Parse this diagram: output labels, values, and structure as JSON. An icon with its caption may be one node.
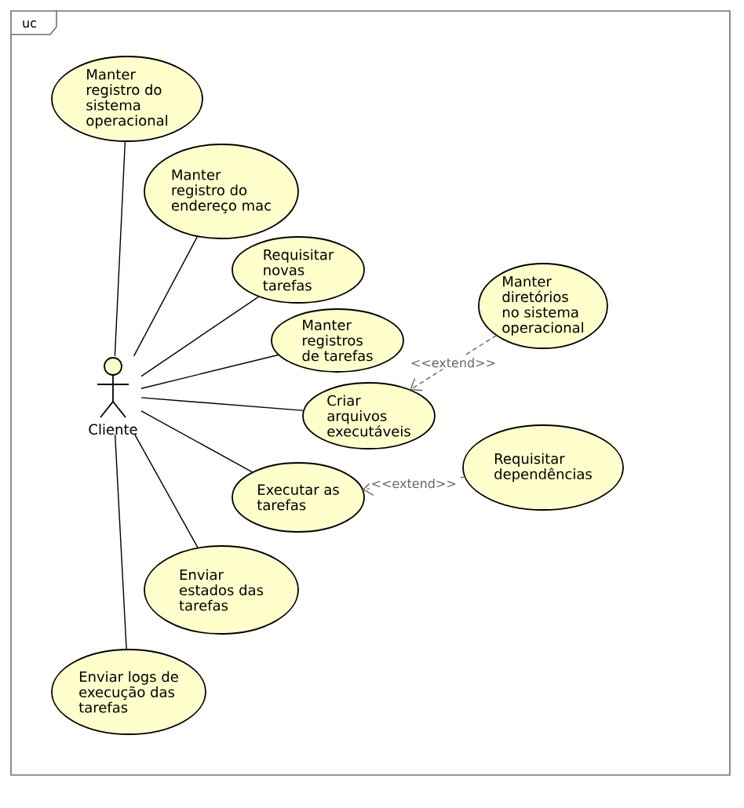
{
  "diagram": {
    "nodes": [
      {
        "text": [
          "uc"
        ]
      },
      {
        "text": [
          "Manter registro do sistema operacional"
        ],
        "in": 0
      },
      {
        "text": [
          "Manter registro do endereço mac"
        ],
        "in": 0
      },
      {
        "text": [
          "Requisitar novas tarefas"
        ],
        "in": 0
      },
      {
        "text": [
          "Manter diretórios no sistema operacional"
        ],
        "in": 0
      },
      {
        "text": [
          "Manter registros de tarefas"
        ],
        "in": 0
      },
      {
        "text": [
          "Cliente"
        ],
        "in": 0
      },
      {
        "text": [
          "Criar arquivos executáveis"
        ],
        "in": 0
      },
      {
        "text": [
          "Requisitar dependências"
        ],
        "in": 0
      },
      {
        "text": [
          "Executar as tarefas"
        ],
        "in": 0
      },
      {
        "text": [
          "Enviar estados das tarefas"
        ],
        "in": 0
      },
      {
        "text": [
          "Enviar logs de execução das tarefas"
        ],
        "in": 0
      }
    ],
    "edges": [
      {
        "from": 6,
        "to": 1,
        "arrow": "none"
      },
      {
        "from": 6,
        "to": 2,
        "arrow": "none"
      },
      {
        "from": 6,
        "to": 3,
        "arrow": "none"
      },
      {
        "from": 6,
        "to": 5,
        "arrow": "none"
      },
      {
        "from": 6,
        "to": 7,
        "arrow": "none"
      },
      {
        "from": 6,
        "to": 9,
        "arrow": "none"
      },
      {
        "from": 6,
        "to": 10,
        "arrow": "none"
      },
      {
        "from": 6,
        "to": 11,
        "arrow": "none"
      },
      {
        "from": 4,
        "to": 7,
        "arrow": "to",
        "label": "<<extend>>",
        "style": "dashed",
        "color": "#666666"
      },
      {
        "from": 8,
        "to": 9,
        "arrow": "to",
        "label": "<<extend>>",
        "style": "dashed",
        "color": "#666666"
      }
    ]
  }
}
